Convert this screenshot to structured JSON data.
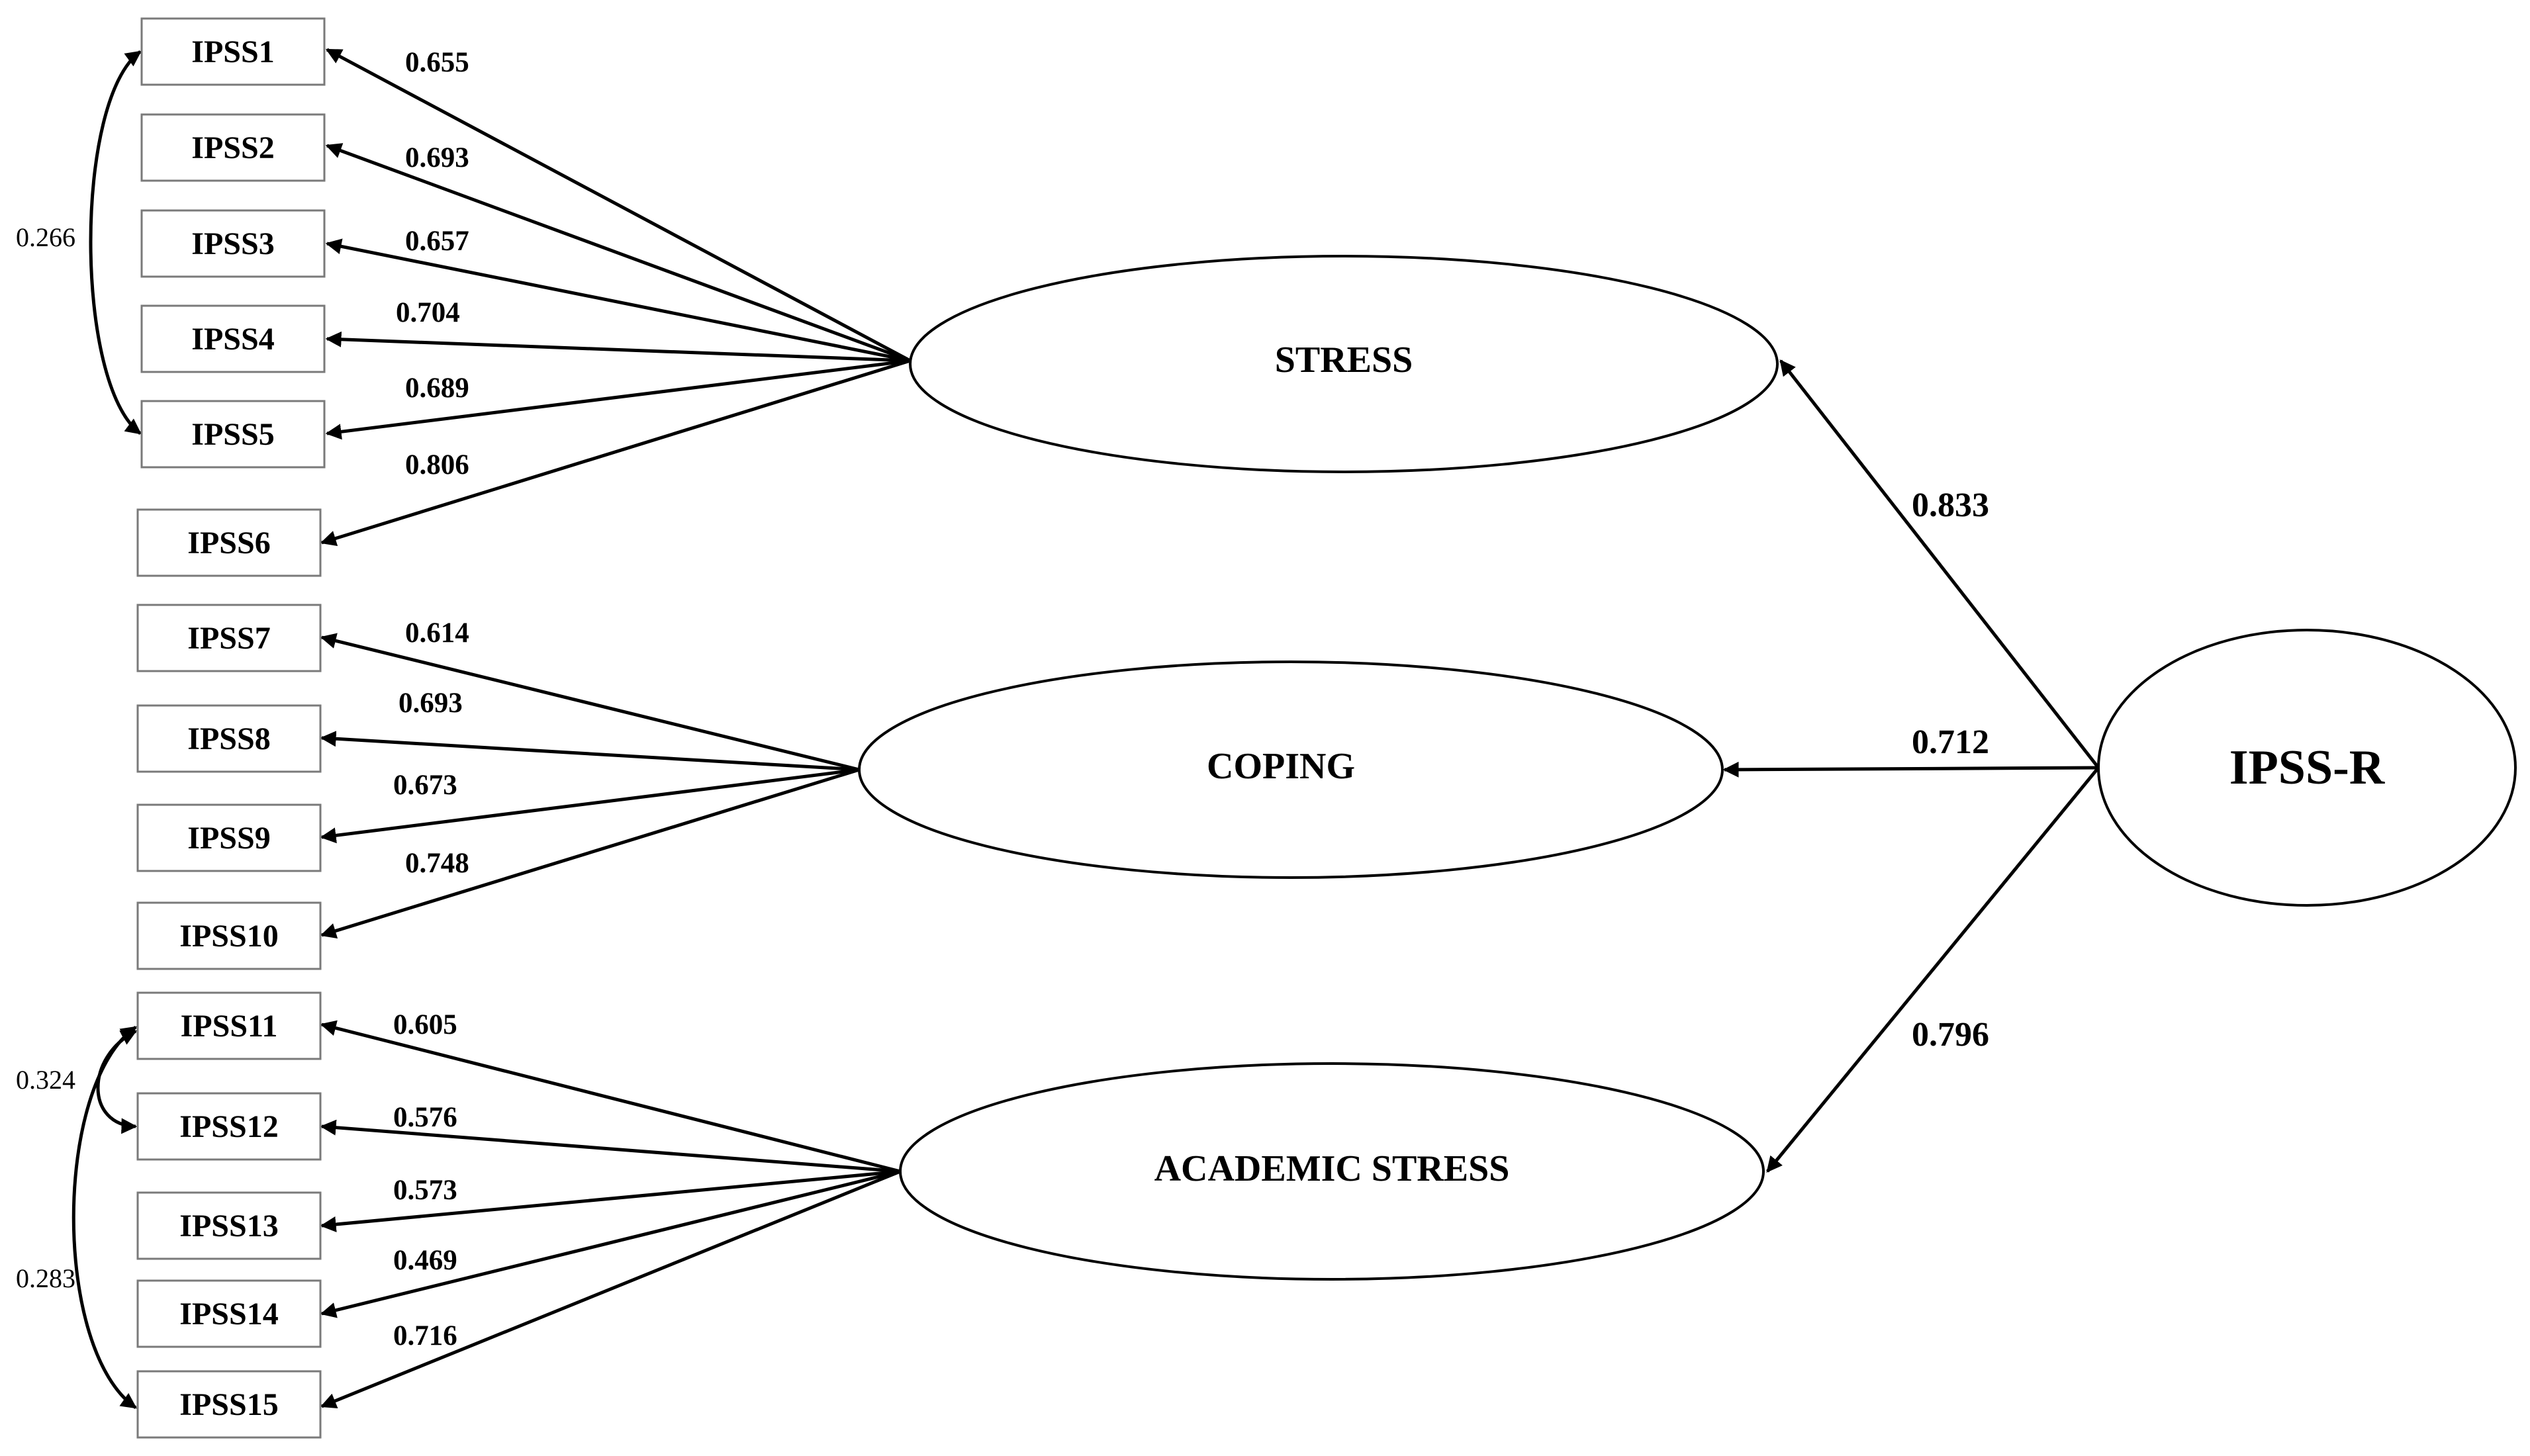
{
  "factor": {
    "label": "IPSS-R"
  },
  "latents": [
    {
      "label": "STRESS",
      "loading": "0.833"
    },
    {
      "label": "COPING",
      "loading": "0.712"
    },
    {
      "label": "ACADEMIC STRESS",
      "loading": "0.796"
    }
  ],
  "indicators": [
    {
      "label": "IPSS1",
      "loading": "0.655",
      "latent": "STRESS"
    },
    {
      "label": "IPSS2",
      "loading": "0.693",
      "latent": "STRESS"
    },
    {
      "label": "IPSS3",
      "loading": "0.657",
      "latent": "STRESS"
    },
    {
      "label": "IPSS4",
      "loading": "0.704",
      "latent": "STRESS"
    },
    {
      "label": "IPSS5",
      "loading": "0.689",
      "latent": "STRESS"
    },
    {
      "label": "IPSS6",
      "loading": "0.806",
      "latent": "STRESS"
    },
    {
      "label": "IPSS7",
      "loading": "0.614",
      "latent": "COPING"
    },
    {
      "label": "IPSS8",
      "loading": "0.693",
      "latent": "COPING"
    },
    {
      "label": "IPSS9",
      "loading": "0.673",
      "latent": "COPING"
    },
    {
      "label": "IPSS10",
      "loading": "0.748",
      "latent": "COPING"
    },
    {
      "label": "IPSS11",
      "loading": "0.605",
      "latent": "ACADEMIC STRESS"
    },
    {
      "label": "IPSS12",
      "loading": "0.576",
      "latent": "ACADEMIC STRESS"
    },
    {
      "label": "IPSS13",
      "loading": "0.573",
      "latent": "ACADEMIC STRESS"
    },
    {
      "label": "IPSS14",
      "loading": "0.469",
      "latent": "ACADEMIC STRESS"
    },
    {
      "label": "IPSS15",
      "loading": "0.716",
      "latent": "ACADEMIC STRESS"
    }
  ],
  "covariances": [
    {
      "from": "IPSS1",
      "to": "IPSS5",
      "value": "0.266"
    },
    {
      "from": "IPSS11",
      "to": "IPSS12",
      "value": "0.324"
    },
    {
      "from": "IPSS11",
      "to": "IPSS15",
      "value": "0.283"
    }
  ]
}
